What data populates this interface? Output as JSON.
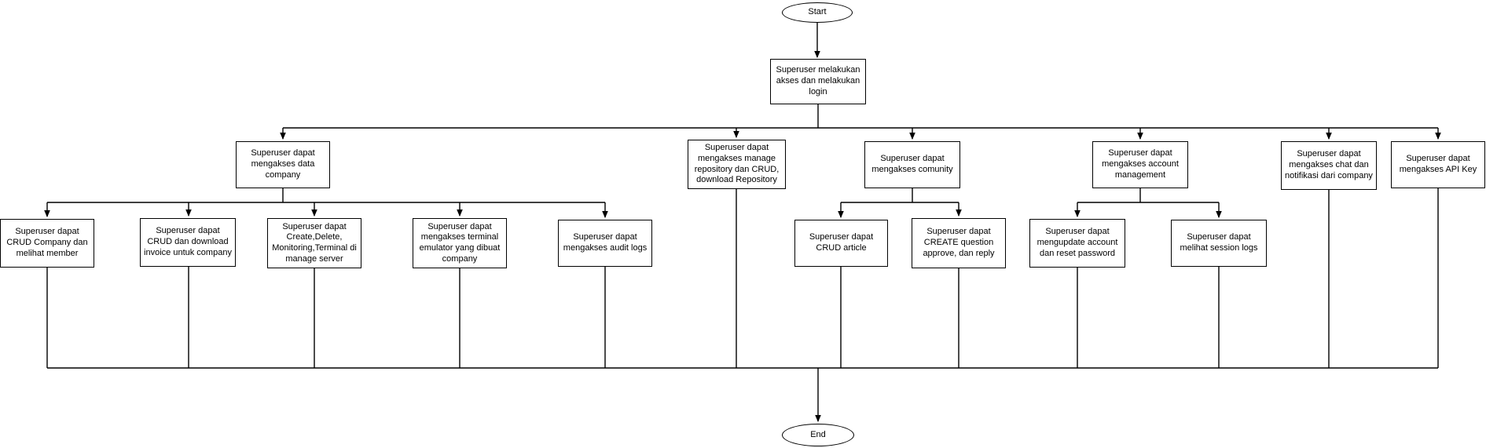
{
  "diagram": {
    "type": "flowchart",
    "colors": {
      "background": "#ffffff",
      "stroke": "#000000",
      "text": "#000000"
    },
    "terminators": {
      "start": {
        "label": "Start"
      },
      "end": {
        "label": "End"
      }
    },
    "nodes": {
      "login": {
        "label": "Superuser melakukan akses dan melakukan login"
      },
      "data_company": {
        "label": "Superuser dapat mengakses data company"
      },
      "repository": {
        "label": "Superuser dapat mengakses manage repository dan CRUD, download Repository"
      },
      "comunity": {
        "label": "Superuser dapat mengakses comunity"
      },
      "account": {
        "label": "Superuser dapat mengakses account management"
      },
      "chat": {
        "label": "Superuser dapat mengakses chat dan notifikasi dari company"
      },
      "apikey": {
        "label": "Superuser dapat mengakses API Key"
      },
      "crud_company": {
        "label": "Superuser dapat CRUD Company dan melihat member"
      },
      "invoice": {
        "label": "Superuser dapat CRUD dan download invoice untuk company"
      },
      "server": {
        "label": "Superuser dapat Create,Delete, Monitoring,Terminal di manage server"
      },
      "terminal": {
        "label": "Superuser dapat mengakses terminal emulator yang dibuat company"
      },
      "audit": {
        "label": "Superuser dapat mengakses audit logs"
      },
      "article": {
        "label": "Superuser dapat CRUD article"
      },
      "question": {
        "label": "Superuser dapat CREATE question approve, dan reply"
      },
      "update_account": {
        "label": "Superuser dapat mengupdate account dan reset password"
      },
      "session": {
        "label": "Superuser dapat melihat session logs"
      }
    },
    "edges": [
      "start -> login",
      "login -> data_company",
      "login -> repository",
      "login -> comunity",
      "login -> account",
      "login -> chat",
      "login -> apikey",
      "data_company -> crud_company",
      "data_company -> invoice",
      "data_company -> server",
      "data_company -> terminal",
      "data_company -> audit",
      "comunity -> article",
      "comunity -> question",
      "account -> update_account",
      "account -> session",
      "all leaves -> end"
    ]
  }
}
